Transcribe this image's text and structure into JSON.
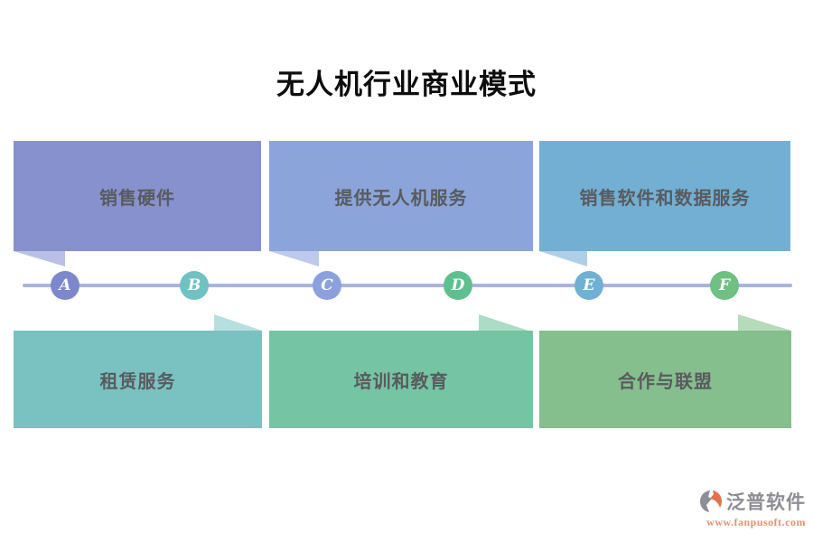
{
  "title": "无人机行业商业模式",
  "top_boxes": [
    {
      "label": "销售硬件",
      "color": "#8791cd",
      "tail_color": "#babfe8"
    },
    {
      "label": "提供无人机服务",
      "color": "#8ba4da",
      "tail_color": "#bdcaec"
    },
    {
      "label": "销售软件和数据服务",
      "color": "#72afd3",
      "tail_color": "#aed0e7"
    }
  ],
  "bottom_boxes": [
    {
      "label": "租赁服务",
      "color": "#7ac2c1",
      "tail_color": "#b6dfdf"
    },
    {
      "label": "培训和教育",
      "color": "#75c4a3",
      "tail_color": "#abdcc6"
    },
    {
      "label": "合作与联盟",
      "color": "#84bf8d",
      "tail_color": "#b5dbba"
    }
  ],
  "timeline": {
    "line_color": "#a9b3e3",
    "nodes": [
      {
        "label": "A",
        "color": "#7d87cc"
      },
      {
        "label": "B",
        "color": "#70c1c2"
      },
      {
        "label": "C",
        "color": "#8ba0dc"
      },
      {
        "label": "D",
        "color": "#5ec08f"
      },
      {
        "label": "E",
        "color": "#70b0d5"
      },
      {
        "label": "F",
        "color": "#70bf83"
      }
    ]
  },
  "footer": {
    "brand": "泛普软件",
    "url": "www.fanpusoft.com",
    "brand_color": "#8d8d95",
    "url_color": "#e8906d",
    "logo_gray": "#8d8d95",
    "logo_orange": "#e2714d"
  }
}
